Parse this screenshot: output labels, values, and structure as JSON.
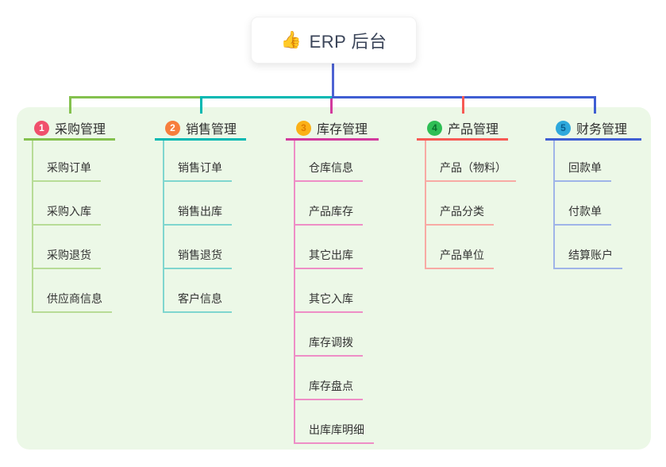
{
  "root": {
    "icon": "👍",
    "title": "ERP 后台"
  },
  "branches": [
    {
      "num": "1",
      "title": "采购管理",
      "colors": {
        "badge_bg": "#f0506c",
        "badge_fg": "#ffffff",
        "line": "#84c14e",
        "pale": "#b7dc96"
      },
      "children": [
        "采购订单",
        "采购入库",
        "采购退货",
        "供应商信息"
      ]
    },
    {
      "num": "2",
      "title": "销售管理",
      "colors": {
        "badge_bg": "#f77e3c",
        "badge_fg": "#ffffff",
        "line": "#00b8b2",
        "pale": "#7fd6cf"
      },
      "children": [
        "销售订单",
        "销售出库",
        "销售退货",
        "客户信息"
      ]
    },
    {
      "num": "3",
      "title": "库存管理",
      "colors": {
        "badge_bg": "#fbb117",
        "badge_fg": "#e07c00",
        "line": "#d23a9d",
        "pale": "#ee8ec6"
      },
      "children": [
        "仓库信息",
        "产品库存",
        "其它出库",
        "其它入库",
        "库存调拨",
        "库存盘点",
        "出库库明细"
      ]
    },
    {
      "num": "4",
      "title": "产品管理",
      "colors": {
        "badge_bg": "#2fbe55",
        "badge_fg": "#0a6e2d",
        "line": "#f75a54",
        "pale": "#f8aaa4"
      },
      "children": [
        "产品（物料）",
        "产品分类",
        "产品单位"
      ]
    },
    {
      "num": "5",
      "title": "财务管理",
      "colors": {
        "badge_bg": "#2ea8dc",
        "badge_fg": "#0b5e8f",
        "line": "#3f5ed3",
        "pale": "#9fb4e8"
      },
      "children": [
        "回款单",
        "付款单",
        "结算账户"
      ]
    }
  ],
  "colors": {
    "canvas_bg": "#ffffff",
    "panel_bg": "#ecf8e7",
    "root_line": "#4e63d3",
    "root_card_bg": "#ffffff",
    "root_text": "#3b4559",
    "text": "#333333"
  }
}
